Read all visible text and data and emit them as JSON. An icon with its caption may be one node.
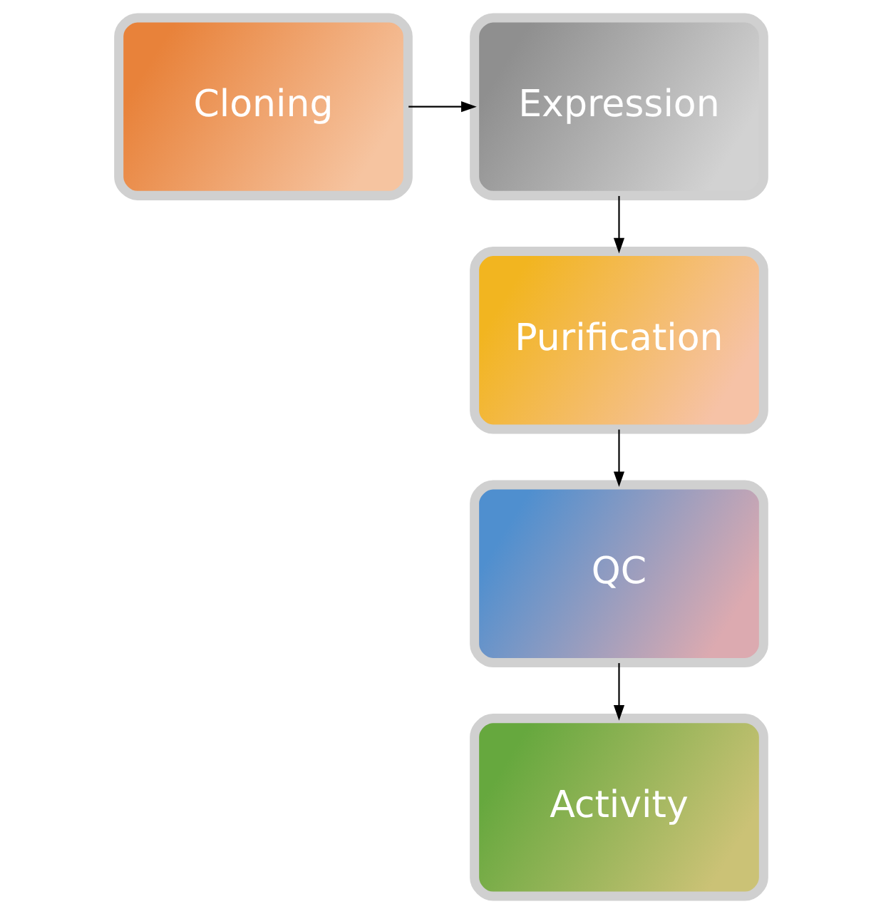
{
  "diagram": {
    "nodes": [
      {
        "text": [
          "Cloning"
        ]
      },
      {
        "text": [
          "Expression"
        ]
      },
      {
        "text": [
          "Purification"
        ]
      },
      {
        "text": [
          "QC"
        ]
      },
      {
        "text": [
          "Activity"
        ]
      }
    ],
    "edges": [
      {
        "from": 0,
        "to": 1,
        "arrow": "to"
      },
      {
        "from": 1,
        "to": 2,
        "arrow": "to"
      },
      {
        "from": 2,
        "to": 3,
        "arrow": "to"
      },
      {
        "from": 3,
        "to": 4,
        "arrow": "to"
      }
    ]
  }
}
